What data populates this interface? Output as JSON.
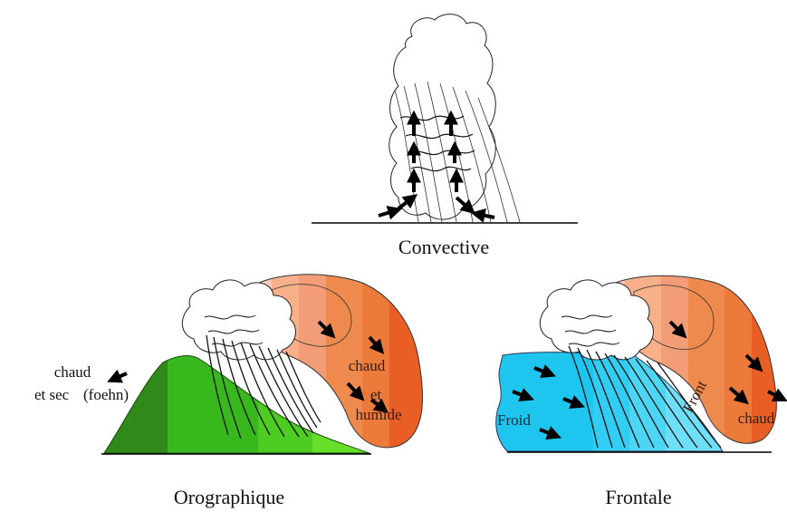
{
  "captions": {
    "convective": "Convective",
    "orographique": "Orographique",
    "frontale": "Frontale"
  },
  "labels": {
    "foehn_line1": "chaud",
    "foehn_line2": "et sec",
    "foehn_line3": "(foehn)",
    "oro_air_line1": "chaud",
    "oro_air_line2": "et",
    "oro_air_line3": "humide",
    "froid": "Froid",
    "front": "Front",
    "front_chaud": "chaud"
  },
  "colors": {
    "mountain": [
      "#2f8a1a",
      "#39b81e",
      "#4fcc22",
      "#66de2a"
    ],
    "warm_air": [
      "#f6c9c2",
      "#f7b08a",
      "#f39c78",
      "#ef8a4e",
      "#ec7a3a",
      "#e85e24"
    ],
    "cold_air": [
      "#1ec6ef",
      "#32cdf2",
      "#4cd6f4",
      "#6edff6"
    ]
  }
}
